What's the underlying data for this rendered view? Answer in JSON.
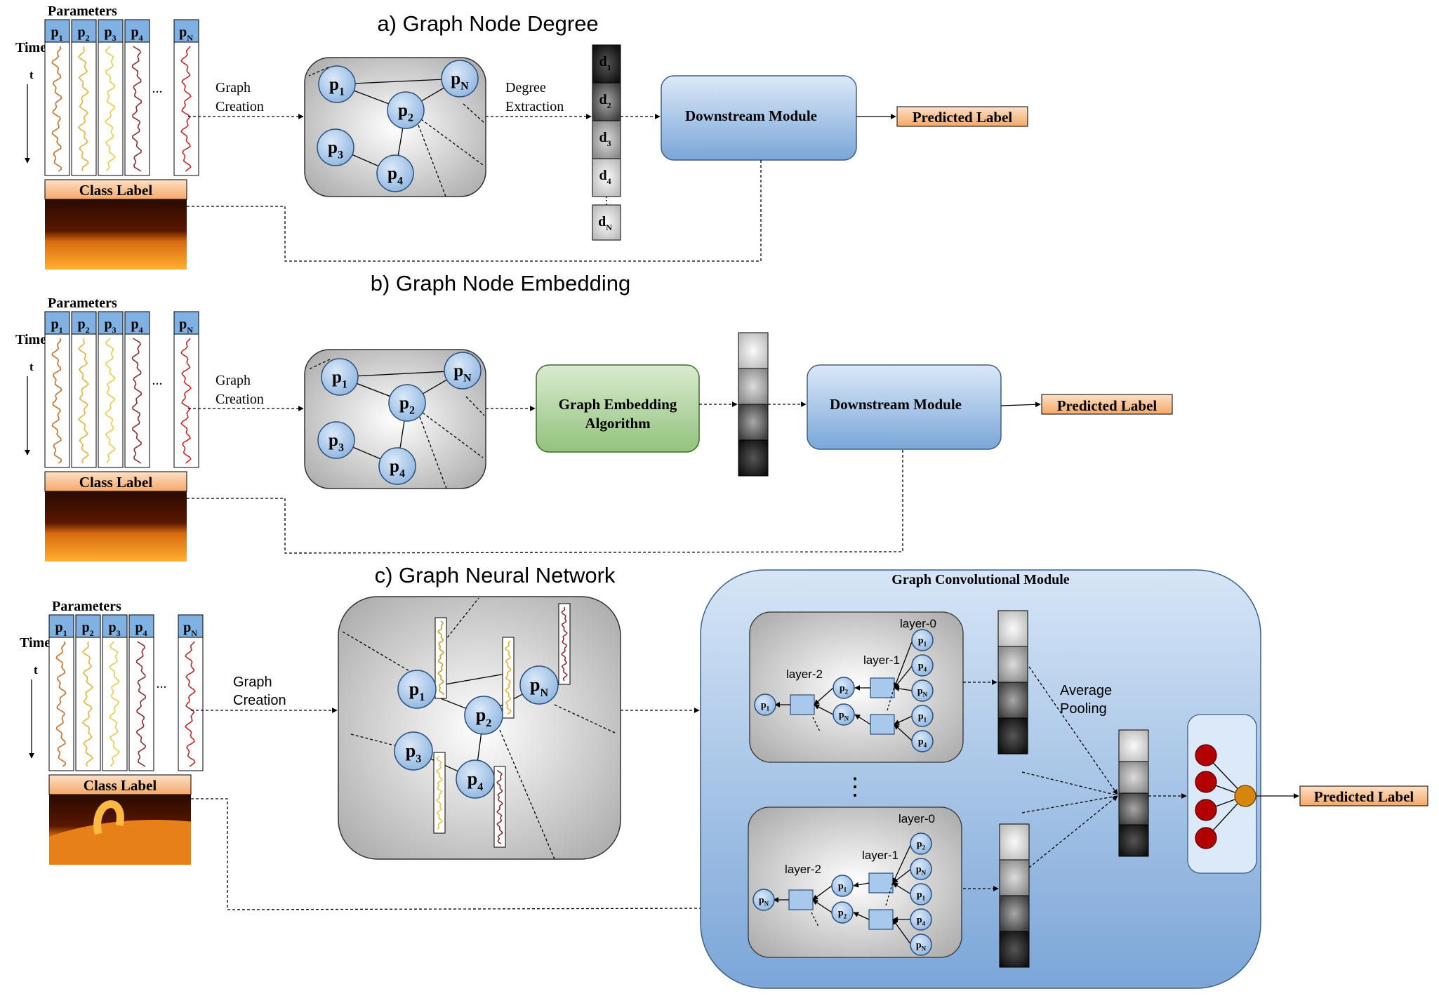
{
  "sections": {
    "a_title": "a) Graph Node Degree",
    "b_title": "b) Graph Node Embedding",
    "c_title": "c) Graph Neural Network"
  },
  "input": {
    "parameters": "Parameters",
    "time": "Time",
    "t": "t",
    "ellipsis": "...",
    "class_label": "Class Label",
    "params": [
      "p",
      "p",
      "p",
      "p",
      "p"
    ],
    "param_subs": [
      "1",
      "2",
      "3",
      "4",
      "N"
    ]
  },
  "nodes": {
    "p": "p"
  },
  "labels": {
    "graph_creation_1": "Graph",
    "graph_creation_2": "Creation",
    "degree_extraction_1": "Degree",
    "degree_extraction_2": "Extraction",
    "downstream_module": "Downstream Module",
    "predicted_label": "Predicted Label",
    "graph_embedding_1": "Graph Embedding",
    "graph_embedding_2": "Algorithm",
    "graph_conv_module": "Graph Convolutional Module",
    "average_pooling_1": "Average",
    "average_pooling_2": "Pooling",
    "layer_0": "layer-0",
    "layer_1": "layer-1",
    "layer_2": "layer-2",
    "vdots": "⋮"
  },
  "degree_vector": {
    "d": "d",
    "subs": [
      "1",
      "2",
      "3",
      "4",
      "N"
    ]
  },
  "colors": {
    "node_fill": "#a9c9ec",
    "node_stroke": "#2a4f7a",
    "label_box": "#f7b27a",
    "downstream": "#8fb5e4",
    "embedding": "#a6cf95",
    "gcm_bg": "#a4c4ea",
    "neuron_red": "#b30000",
    "neuron_orange": "#d4860e",
    "param_header": "#7fb1e3"
  }
}
